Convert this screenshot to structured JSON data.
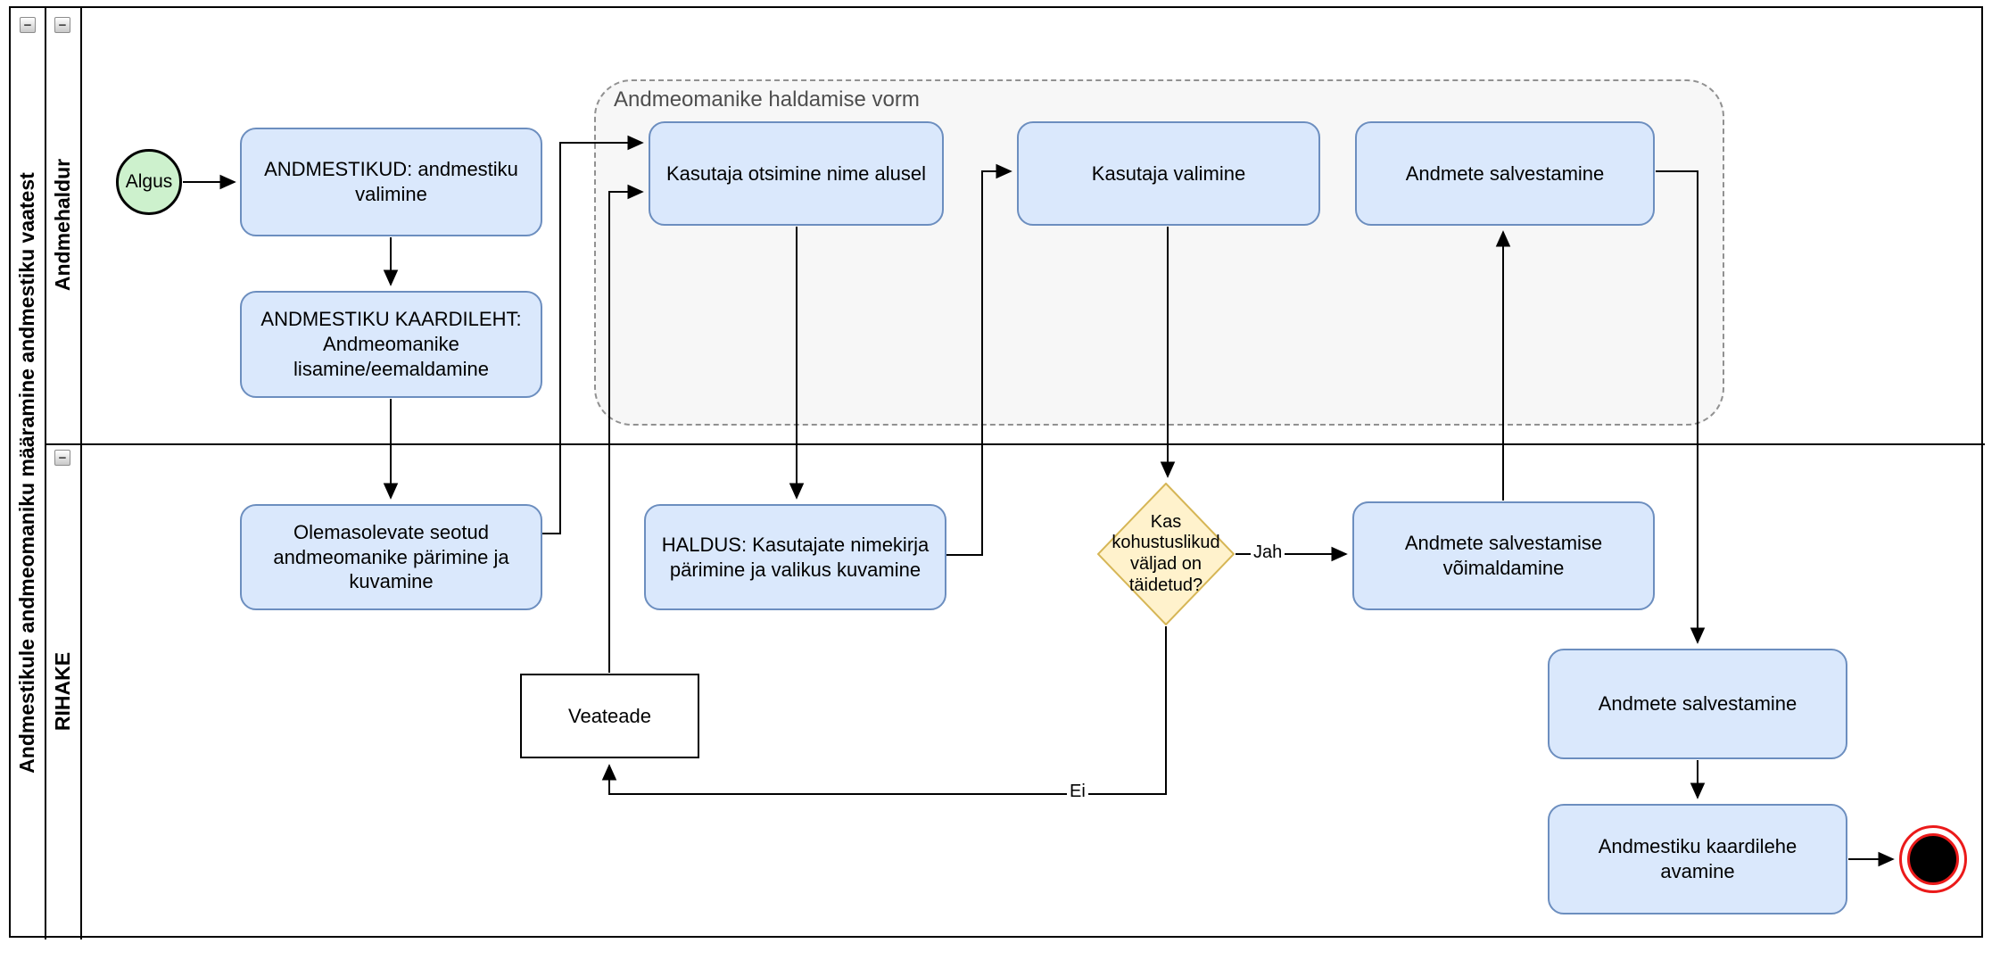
{
  "pool": {
    "title": "Andmestikule andmeomaniku määramine andmestiku vaatest",
    "lanes": [
      {
        "label": "Andmehaldur"
      },
      {
        "label": "RIHAKE"
      }
    ],
    "collapse_glyph": "−"
  },
  "group": {
    "label": "Andmeomanike haldamise vorm"
  },
  "events": {
    "start_label": "Algus"
  },
  "tasks": {
    "andmestikud": "ANDMESTIKUD: andmestiku\nvalimine",
    "kaardileht": "ANDMESTIKU KAARDILEHT:\nAndmeomanike\nlisamine/eemaldamine",
    "olemasolevate": "Olemasolevate seotud\nandmeomanike pärimine ja\nkuvamine",
    "otsimine": "Kasutaja otsimine nime alusel",
    "valimine": "Kasutaja valimine",
    "salvestamine_vorm": "Andmete salvestamine",
    "haldus": "HALDUS: Kasutajate nimekirja\npärimine ja valikus kuvamine",
    "voimaldamine": "Andmete salvestamise\nvõimaldamine",
    "salvestamine": "Andmete salvestamine",
    "avamine": "Andmestiku kaardilehe\navamine",
    "veateade": "Veateade"
  },
  "gateway": {
    "label": "Kas\nkohustuslikud\nväljad on\ntäidetud?"
  },
  "edge_labels": {
    "yes": "Jah",
    "no": "Ei"
  },
  "colors": {
    "task_fill": "#DAE8FC",
    "task_stroke": "#6C8EBF",
    "start_fill": "#CDF1CD",
    "start_stroke": "#000000",
    "gateway_fill": "#FFF2CC",
    "gateway_stroke": "#D6B656",
    "group_fill": "#F7F7F7",
    "group_stroke": "#919191",
    "group_label": "#4E4E4E",
    "end_fill": "#000000",
    "end_ring": "#EB1A1A",
    "line": "#000000"
  }
}
